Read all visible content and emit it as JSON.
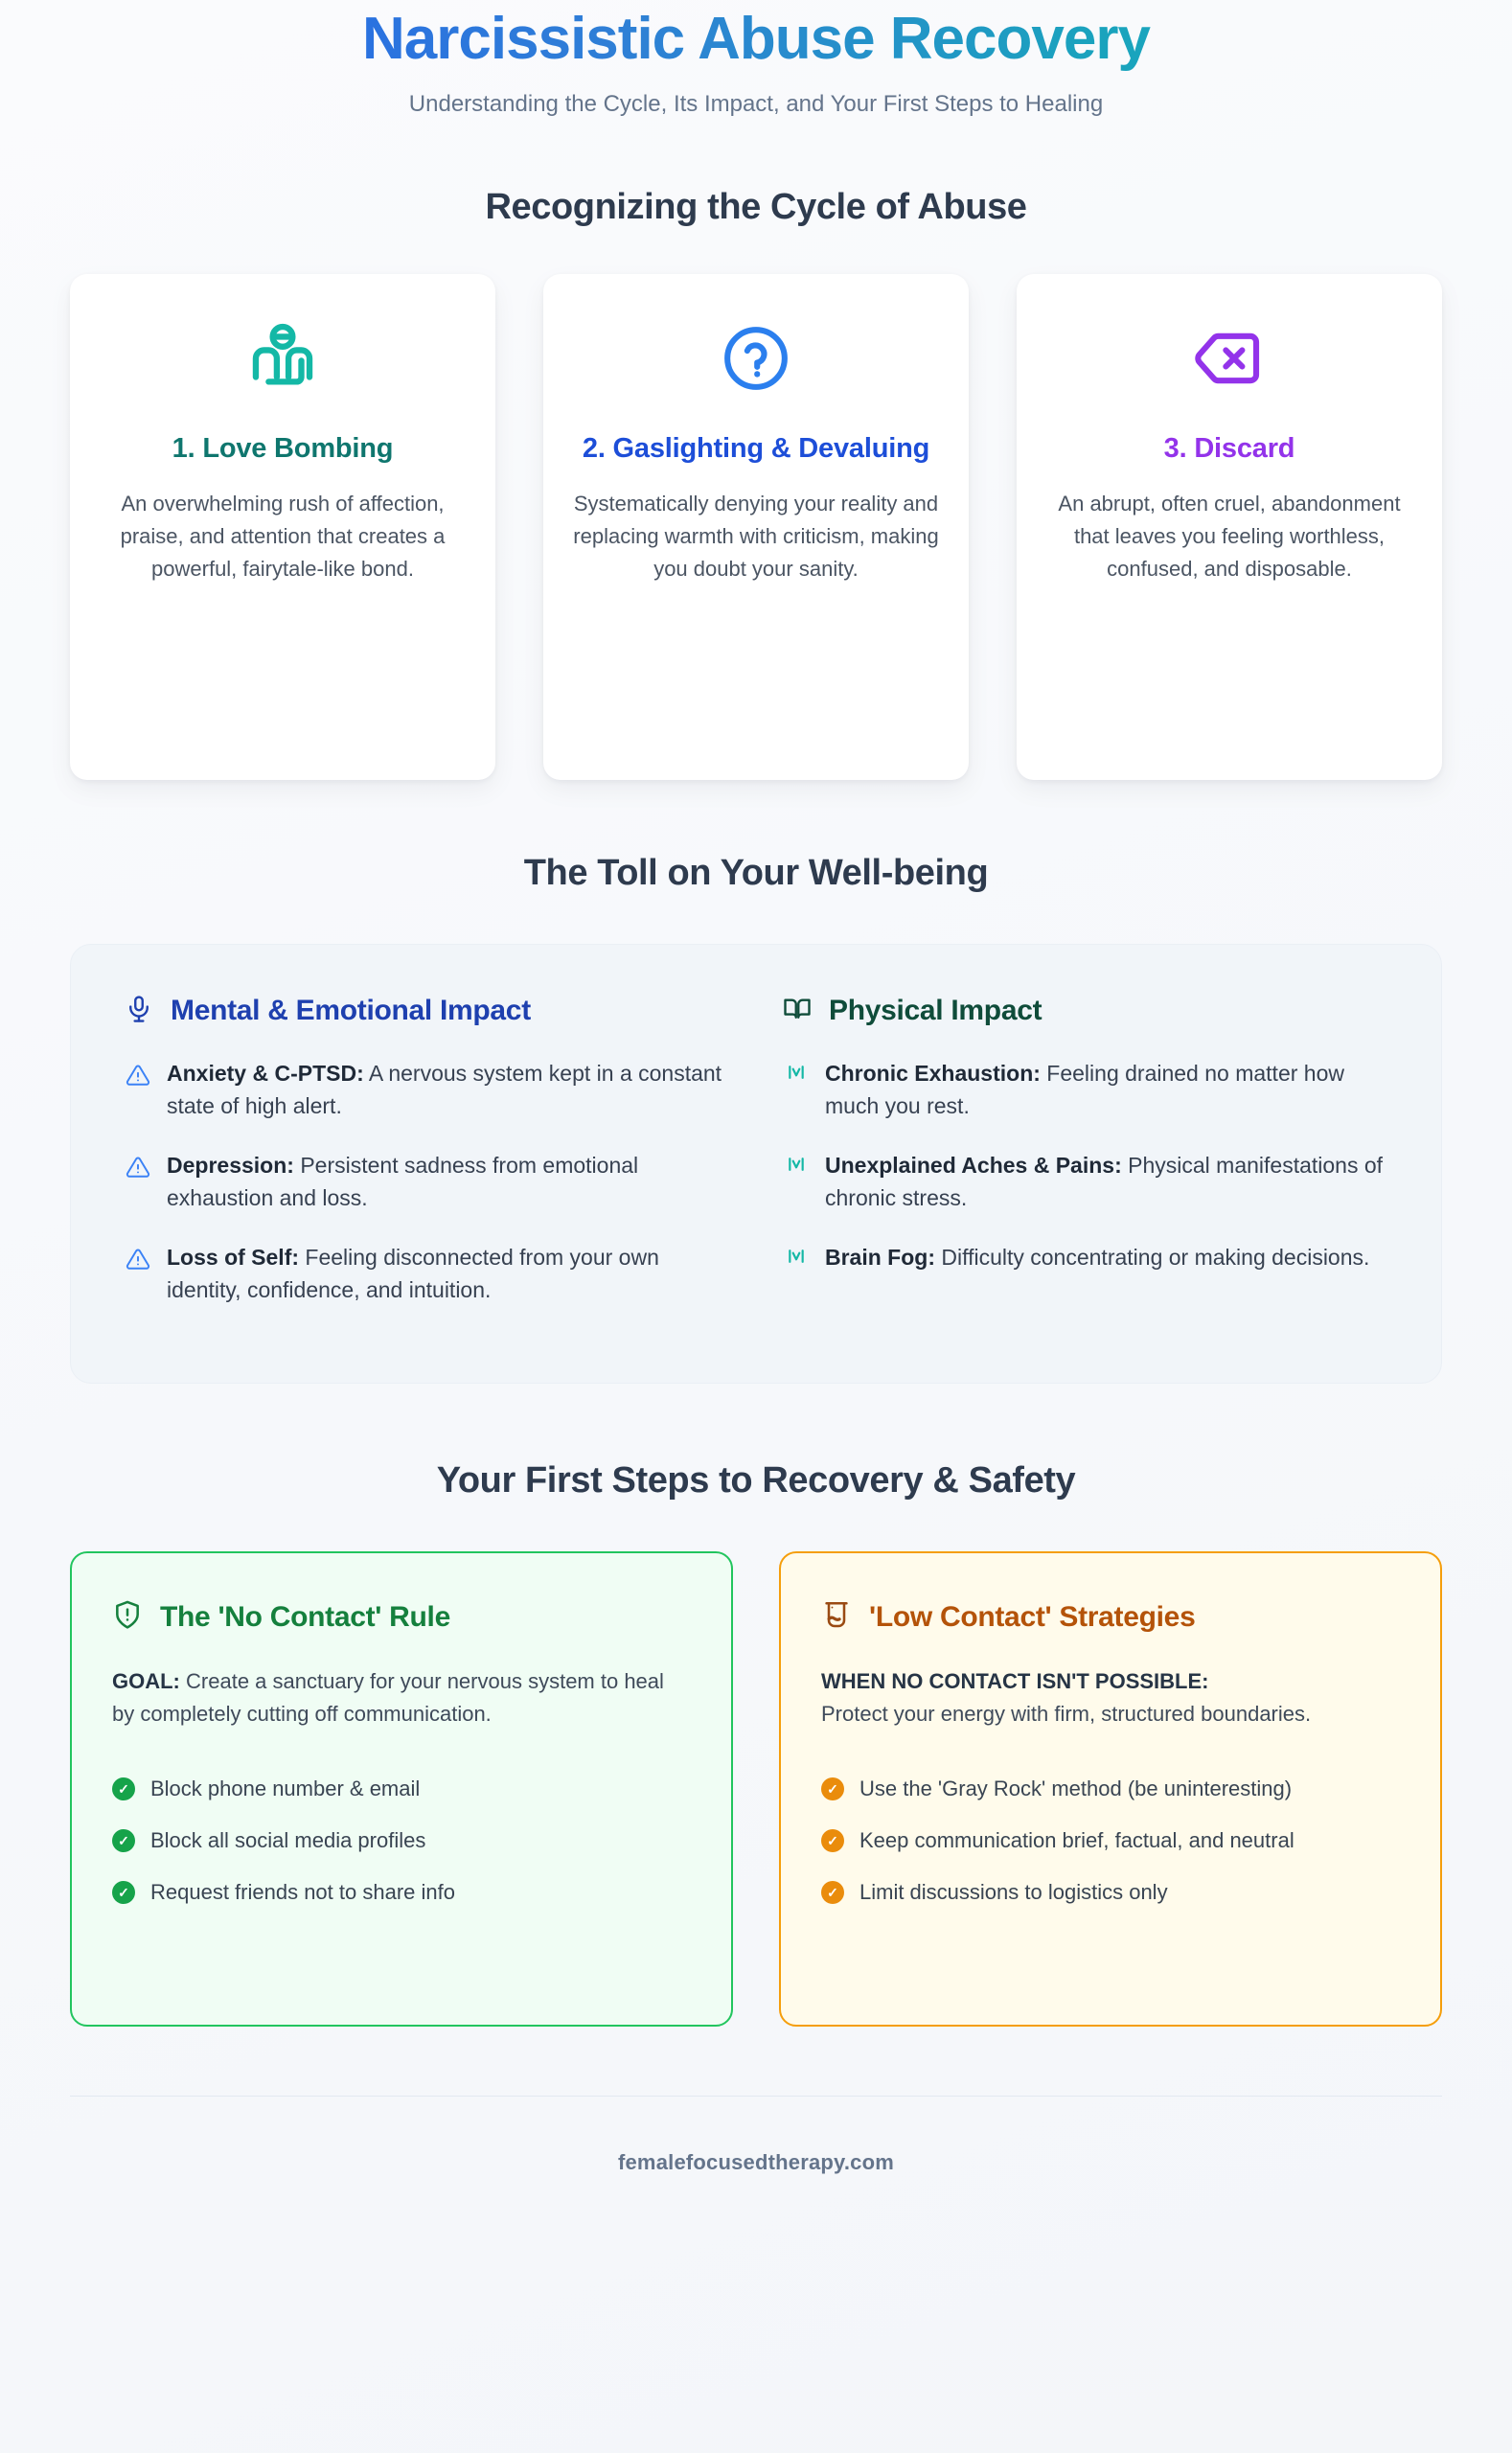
{
  "hero": {
    "title": "Narcissistic Abuse Recovery",
    "subtitle": "Understanding the Cycle, Its Impact, and Your First Steps to Healing",
    "title_gradient_from": "#2563eb",
    "title_gradient_to": "#17a9c0"
  },
  "cycle_section": {
    "heading": "Recognizing the Cycle of Abuse",
    "cards": [
      {
        "icon": "hand-heart-icon",
        "icon_color": "#14b8a6",
        "title": "1. Love Bombing",
        "title_color": "#0f766e",
        "description": "An overwhelming rush of affection, praise, and attention that creates a powerful, fairytale-like bond."
      },
      {
        "icon": "help-circle-icon",
        "icon_color": "#2b7fee",
        "title": "2. Gaslighting & Devaluing",
        "title_color": "#1d4ed8",
        "description": "Systematically denying your reality and replacing warmth with criticism, making you doubt your sanity."
      },
      {
        "icon": "delete-key-icon",
        "icon_color": "#9333ea",
        "title": "3. Discard",
        "title_color": "#9333ea",
        "description": "An abrupt, often cruel, abandonment that leaves you feeling worthless, confused, and disposable."
      }
    ]
  },
  "impact_section": {
    "heading": "The Toll on Your Well-being",
    "panel_bg": "#f1f5f9",
    "columns": [
      {
        "icon": "microphone-icon",
        "icon_color": "#1e40af",
        "title": "Mental & Emotional Impact",
        "title_color": "#1e40af",
        "bullet_icon": "alert-triangle-icon",
        "bullet_color": "#3b82f6",
        "items": [
          {
            "term": "Anxiety & C-PTSD:",
            "detail": "A nervous system kept in a constant state of high alert."
          },
          {
            "term": "Depression:",
            "detail": "Persistent sadness from emotional exhaustion and loss."
          },
          {
            "term": "Loss of Self:",
            "detail": "Feeling disconnected from your own identity, confidence, and intuition."
          }
        ]
      },
      {
        "icon": "open-book-icon",
        "icon_color": "#0f4c3a",
        "title": "Physical Impact",
        "title_color": "#0f4c3a",
        "bullet_icon": "heart-pulse-icon",
        "bullet_color": "#14b8a6",
        "items": [
          {
            "term": "Chronic Exhaustion:",
            "detail": "Feeling drained no matter how much you rest."
          },
          {
            "term": "Unexplained Aches & Pains:",
            "detail": "Physical manifestations of chronic stress."
          },
          {
            "term": "Brain Fog:",
            "detail": "Difficulty concentrating or making decisions."
          }
        ]
      }
    ]
  },
  "recovery_section": {
    "heading": "Your First Steps to Recovery & Safety",
    "cards": [
      {
        "variant": "green",
        "icon": "shield-alert-icon",
        "icon_color": "#15803d",
        "title": "The 'No Contact' Rule",
        "title_color": "#15803d",
        "border_color": "#22c55e",
        "background": "#f0fdf4",
        "lead_label": "GOAL:",
        "lead_text": "Create a sanctuary for your nervous system to heal by completely cutting off communication.",
        "bullet_icon": "check-circle-icon",
        "bullet_color": "#16a34a",
        "items": [
          "Block phone number & email",
          "Block all social media profiles",
          "Request friends not to share info"
        ]
      },
      {
        "variant": "orange",
        "icon": "beaker-icon",
        "icon_color": "#9a4a12",
        "title": "'Low Contact' Strategies",
        "title_color": "#b45309",
        "border_color": "#f59e0b",
        "background": "#fffbeb",
        "lead_label": "WHEN NO CONTACT ISN'T POSSIBLE:",
        "lead_text": "Protect your energy with firm, structured boundaries.",
        "bullet_icon": "check-circle-icon",
        "bullet_color": "#ea8c0c",
        "items": [
          "Use the 'Gray Rock' method (be uninteresting)",
          "Keep communication brief, factual, and neutral",
          "Limit discussions to logistics only"
        ]
      }
    ]
  },
  "footer": {
    "website": "femalefocusedtherapy.com"
  }
}
